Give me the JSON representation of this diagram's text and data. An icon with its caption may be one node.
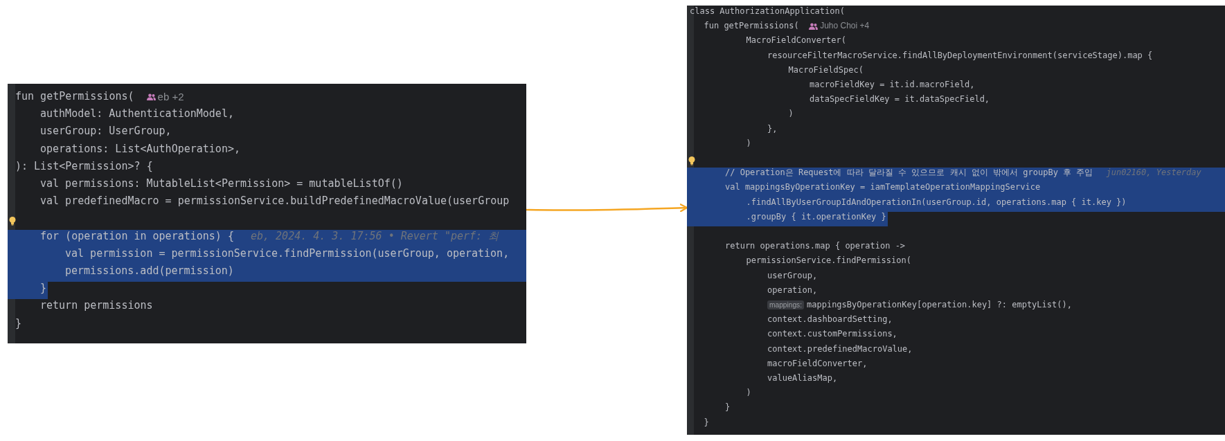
{
  "diagram": {
    "nodes": [
      {
        "text": [
          "fun getPermissions(",
          "eb +2",
          "authModel: AuthenticationModel,",
          "userGroup: UserGroup,",
          "operations: List<AuthOperation>,",
          "): List<Permission>? {",
          "val permissions: MutableList<Permission> = mutableListOf()",
          "val predefinedMacro = permissionService.buildPredefinedMacroValue(userGroup",
          "for (operation in operations) {",
          "eb, 2024. 4. 3. 17:56 • Revert \"perf: 최",
          "val permission = permissionService.findPermission(userGroup, operation,",
          "permissions.add(permission)",
          "}",
          "return permissions",
          "}"
        ]
      },
      {
        "text": [
          "class AuthorizationApplication(",
          "fun getPermissions(",
          "Juho Choi +4",
          "MacroFieldConverter(",
          "resourceFilterMacroService.findAllByDeploymentEnvironment(serviceStage).map {",
          "MacroFieldSpec(",
          "macroFieldKey = it.id.macroField,",
          "dataSpecFieldKey = it.dataSpecField,",
          ")",
          "},",
          ")",
          "// Operation은 Request에 따라 달라질 수 있으므로 캐시 없이 밖에서 groupBy 후 주입",
          "jun02160, Yesterday",
          "val mappingsByOperationKey = iamTemplateOperationMappingService",
          ".findAllByUserGroupIdAndOperationIn(userGroup.id, operations.map { it.key })",
          ".groupBy { it.operationKey }",
          "return operations.map { operation ->",
          "permissionService.findPermission(",
          "userGroup,",
          "operation,",
          "mappings:",
          "mappingsByOperationKey[operation.key] ?: emptyList(),",
          "context.dashboardSetting,",
          "context.customPermissions,",
          "context.predefinedMacroValue,",
          "macroFieldConverter,",
          "valueAliasMap,",
          ")",
          "}",
          "}"
        ]
      }
    ],
    "edges": [
      {
        "from": 0,
        "to": 1,
        "arrow": "to",
        "color": "#f5a623"
      }
    ]
  }
}
